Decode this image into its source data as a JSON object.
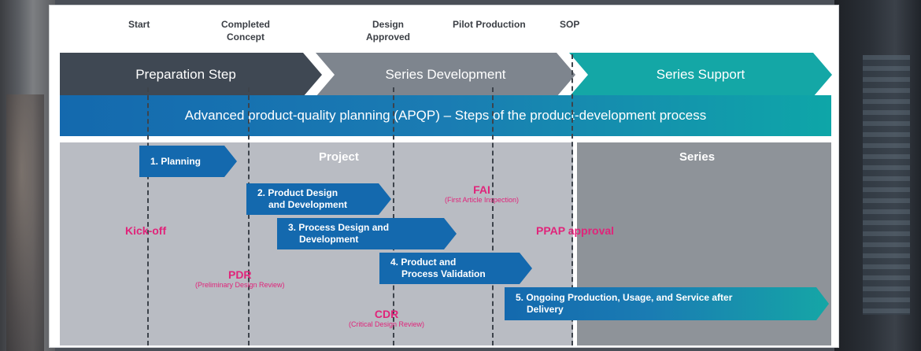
{
  "milestones": [
    {
      "id": "start",
      "lines": [
        "Start"
      ]
    },
    {
      "id": "completed-concept",
      "lines": [
        "Completed",
        "Concept"
      ]
    },
    {
      "id": "design-approved",
      "lines": [
        "Design",
        "Approved"
      ]
    },
    {
      "id": "pilot-production",
      "lines": [
        "Pilot Production"
      ]
    },
    {
      "id": "sop",
      "lines": [
        "SOP"
      ]
    }
  ],
  "phases": {
    "preparation": "Preparation Step",
    "development": "Series Development",
    "support": "Series Support"
  },
  "apqp_banner": "Advanced product-quality planning (APQP) – Steps of the product-development process",
  "zones": {
    "project": "Project",
    "series": "Series"
  },
  "steps": [
    {
      "id": "planning",
      "lines": [
        "1. Planning"
      ]
    },
    {
      "id": "product-design",
      "lines": [
        "2. Product Design",
        "and Development"
      ]
    },
    {
      "id": "process-design",
      "lines": [
        "3. Process Design and",
        "Development"
      ]
    },
    {
      "id": "validation",
      "lines": [
        "4. Product and",
        "Process Validation"
      ]
    },
    {
      "id": "ongoing",
      "lines": [
        "5. Ongoing Production, Usage, and Service after",
        "Delivery"
      ]
    }
  ],
  "gates": {
    "kickoff": {
      "label": "Kick-off"
    },
    "pdr": {
      "label": "PDR",
      "sub": "(Preliminary Design Review)"
    },
    "cdr": {
      "label": "CDR",
      "sub": "(Critical Design Review)"
    },
    "fai": {
      "label": "FAI",
      "sub": "(First Article Inspection)"
    },
    "ppap": {
      "label": "PPAP approval"
    }
  },
  "colors": {
    "phase_dark": "#3f4853",
    "phase_mid": "#7e858e",
    "phase_teal": "#14a7a6",
    "step_blue": "#1469ae",
    "step_teal": "#15a6a6",
    "gate_pink": "#e0247a"
  }
}
